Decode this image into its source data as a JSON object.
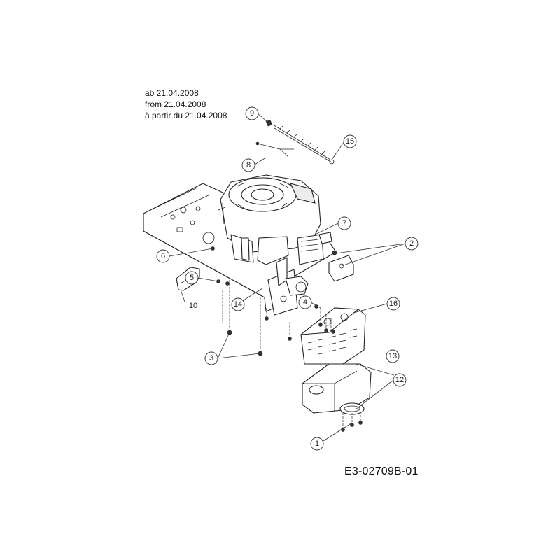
{
  "header": {
    "date_lines": [
      "ab 21.04.2008",
      "from 21.04.2008",
      "à partir du 21.04.2008"
    ]
  },
  "document_code": "E3-02709B-01",
  "highlight_color": "#e6c800",
  "callouts": [
    {
      "id": "c1",
      "label": "1"
    },
    {
      "id": "c2",
      "label": "2"
    },
    {
      "id": "c3",
      "label": "3"
    },
    {
      "id": "c4",
      "label": "4"
    },
    {
      "id": "c5",
      "label": "5"
    },
    {
      "id": "c6",
      "label": "6"
    },
    {
      "id": "c7",
      "label": "7"
    },
    {
      "id": "c8",
      "label": "8"
    },
    {
      "id": "c9",
      "label": "9"
    },
    {
      "id": "c10",
      "label": "10"
    },
    {
      "id": "c12",
      "label": "12"
    },
    {
      "id": "c13",
      "label": "13"
    },
    {
      "id": "c14",
      "label": "14"
    },
    {
      "id": "c15",
      "label": "15"
    },
    {
      "id": "c16",
      "label": "16"
    }
  ]
}
